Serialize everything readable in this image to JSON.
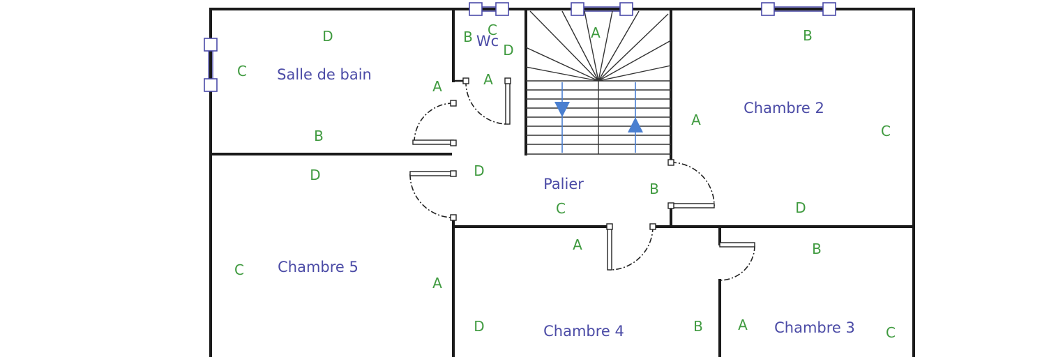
{
  "rooms": {
    "salle_de_bain": "Salle de bain",
    "wc": "Wc",
    "palier": "Palier",
    "chambre_2": "Chambre 2",
    "chambre_3": "Chambre 3",
    "chambre_4": "Chambre 4",
    "chambre_5": "Chambre 5"
  },
  "wall_letters": {
    "sdb_top": "D",
    "sdb_left": "C",
    "sdb_right": "A",
    "sdb_bottom": "B",
    "wc_b": "B",
    "wc_c": "C",
    "wc_d": "D",
    "wc_a": "A",
    "stair_a": "A",
    "ch2_top": "B",
    "ch2_left": "A",
    "ch2_right": "C",
    "ch2_bottom": "D",
    "palier_d": "D",
    "palier_b": "B",
    "palier_c": "C",
    "ch5_top": "D",
    "ch5_left": "C",
    "ch5_right": "A",
    "ch4_top": "A",
    "ch4_left": "D",
    "ch4_right": "B",
    "ch3_top": "B",
    "ch3_left": "A",
    "ch3_right": "C"
  },
  "colors": {
    "room_label": "#4b4ba6",
    "wall_letter": "#3f9a3f",
    "stair_arrow": "#4a7fd0",
    "window": "#4a4aa8"
  },
  "stairs": {
    "left_arrow": "down",
    "right_arrow": "up"
  }
}
